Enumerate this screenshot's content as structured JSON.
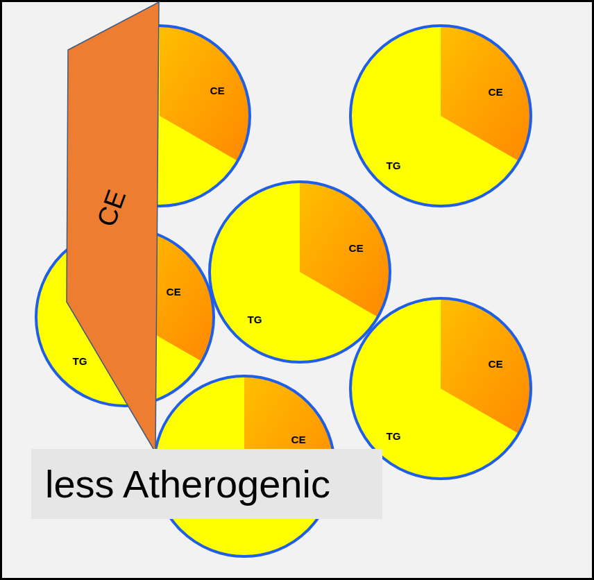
{
  "diagram": {
    "nodes": [
      {
        "text": [
          "CE"
        ]
      },
      {
        "text": [
          "CE",
          "TG"
        ]
      },
      {
        "text": [
          "CE"
        ]
      },
      {
        "text": [
          "CE",
          "TG"
        ]
      },
      {
        "text": [
          "CE",
          "TG"
        ]
      },
      {
        "text": [
          "CE",
          "TG"
        ]
      },
      {
        "text": [
          "CE"
        ]
      },
      {
        "text": [
          "less Atherogenic"
        ]
      }
    ]
  }
}
